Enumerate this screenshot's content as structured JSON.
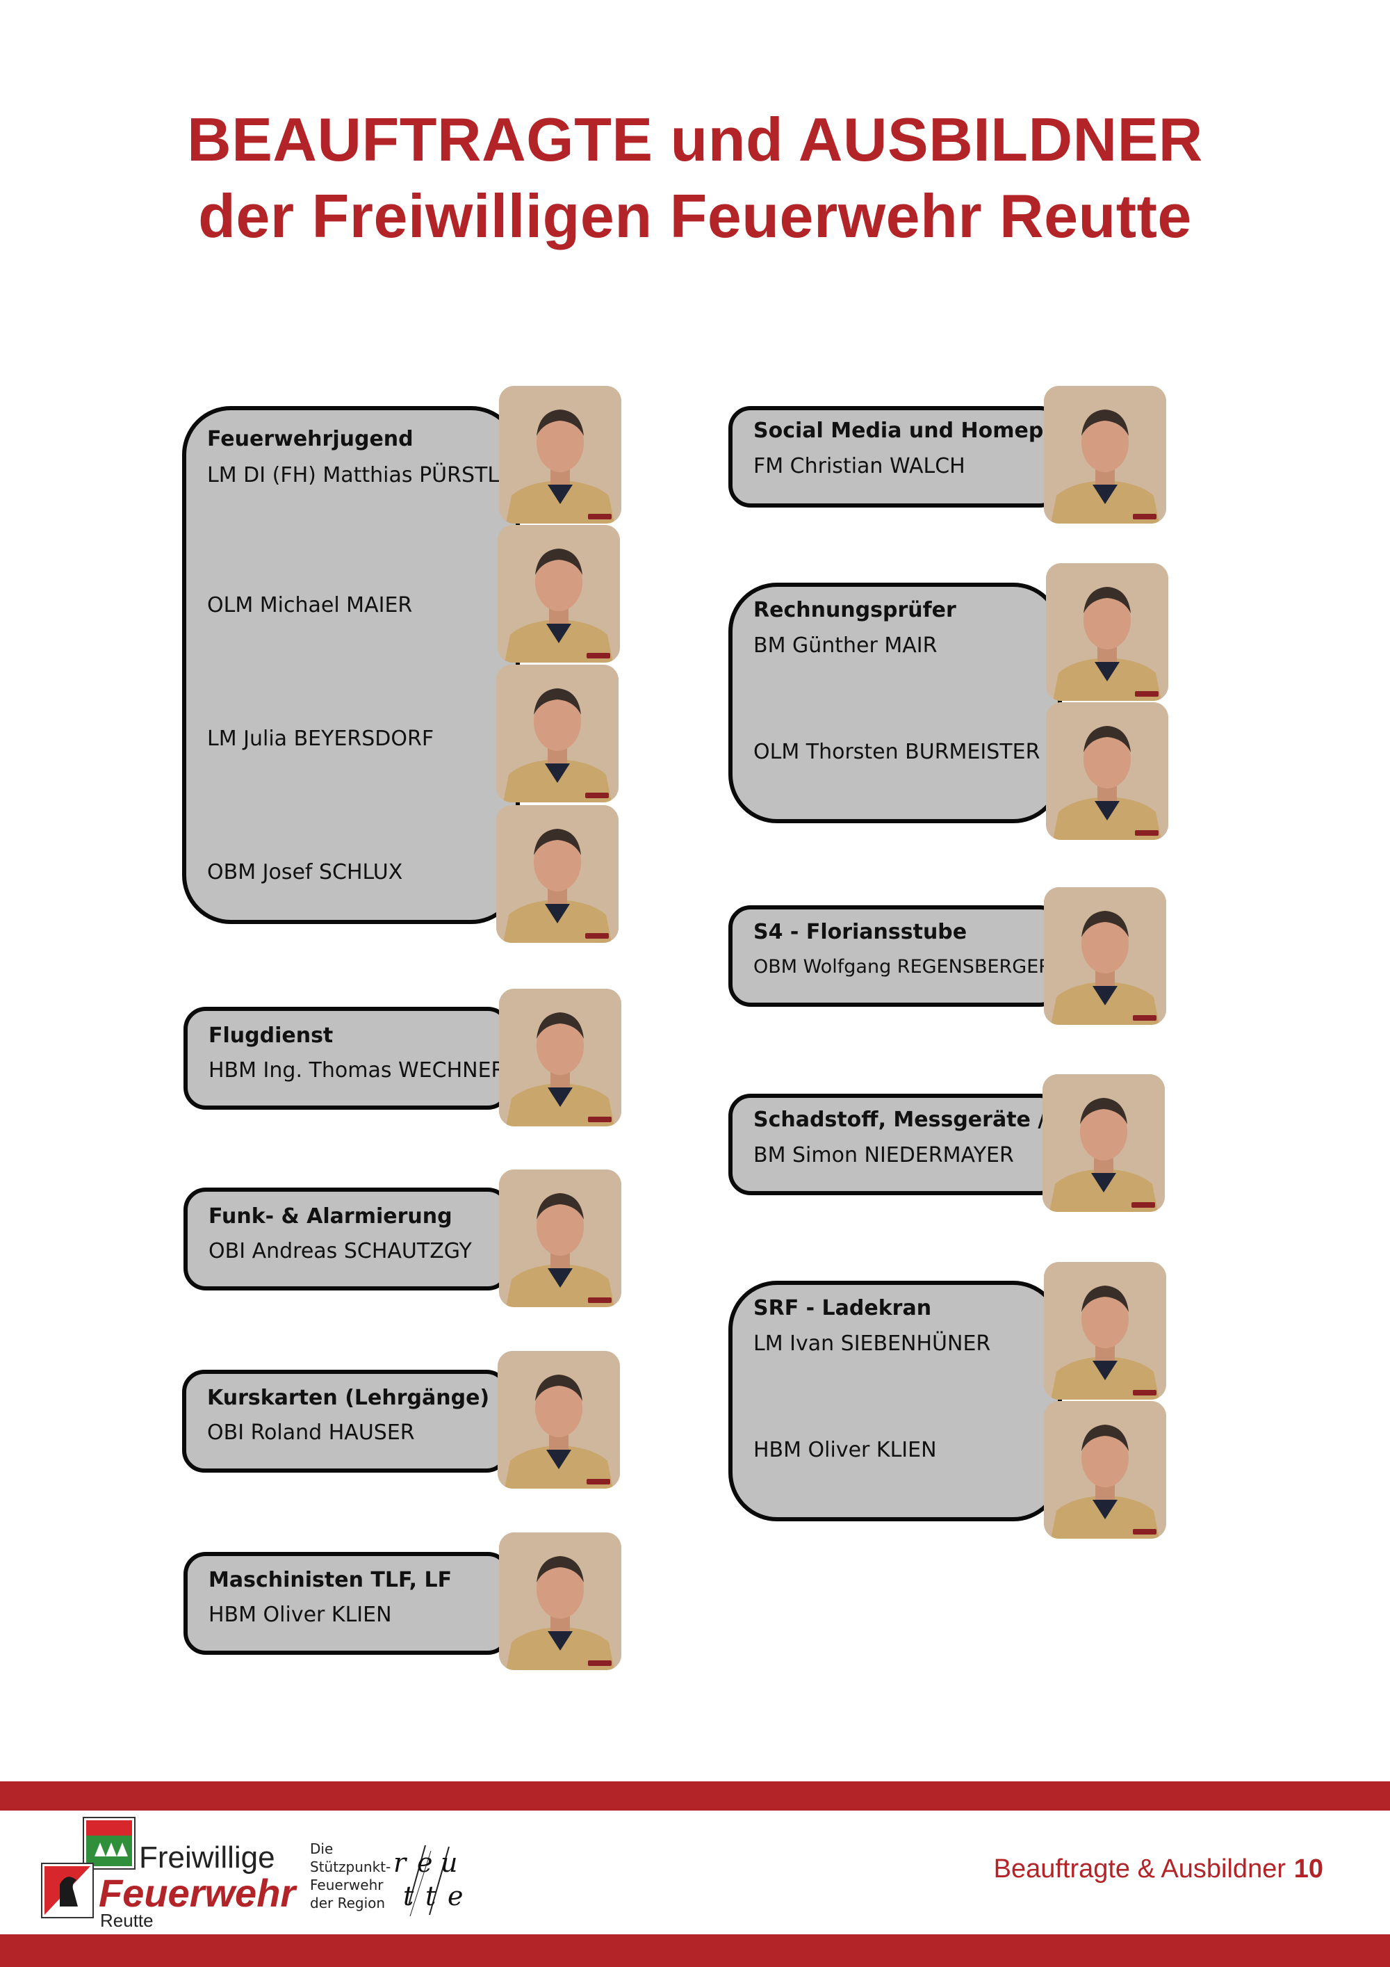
{
  "title": {
    "line1": "BEAUFTRAGTE und AUSBILDNER",
    "line2": "der Freiwilligen Feuerwehr Reutte"
  },
  "left": {
    "feuerwehrjugend": {
      "heading": "Feuerwehrjugend",
      "members": [
        "LM DI (FH) Matthias PÜRSTL",
        "OLM Michael MAIER",
        "LM Julia BEYERSDORF",
        "OBM Josef SCHLUX"
      ]
    },
    "flugdienst": {
      "heading": "Flugdienst",
      "member": "HBM Ing. Thomas WECHNER"
    },
    "funk": {
      "heading": "Funk- & Alarmierung",
      "member": "OBI Andreas SCHAUTZGY"
    },
    "kurskarten": {
      "heading": "Kurskarten (Lehrgänge)",
      "member": "OBI Roland HAUSER"
    },
    "maschinisten": {
      "heading": "Maschinisten TLF, LF",
      "member": "HBM Oliver KLIEN"
    }
  },
  "right": {
    "social": {
      "heading": "Social Media und Homepage",
      "member": "FM Christian WALCH"
    },
    "rechnung": {
      "heading": "Rechnungsprüfer",
      "members": [
        "BM Günther MAIR",
        "OLM Thorsten BURMEISTER"
      ]
    },
    "s4": {
      "heading": "S4 - Floriansstube",
      "member": "OBM Wolfgang REGENSBERGER"
    },
    "schadstoff": {
      "heading": "Schadstoff, Messgeräte / GGF",
      "member": "BM Simon NIEDERMAYER"
    },
    "srf": {
      "heading": "SRF - Ladekran",
      "members": [
        "LM Ivan SIEBENHÜNER",
        "HBM Oliver KLIEN"
      ]
    }
  },
  "footer": {
    "logo_line1": "Freiwillige",
    "logo_line2": "Feuerwehr",
    "logo_line3": "Reutte",
    "slogan": [
      "Die",
      "Stützpunkt-",
      "Feuerwehr",
      "der Region"
    ],
    "mark_letters": [
      "r",
      "e",
      "u",
      "t",
      "t",
      "e"
    ],
    "section_label": "Beauftragte & Ausbildner",
    "page_number": "10"
  },
  "colors": {
    "accent": "#b32428",
    "box_fill": "#c0c0c0",
    "box_border": "#0a0a0a"
  }
}
